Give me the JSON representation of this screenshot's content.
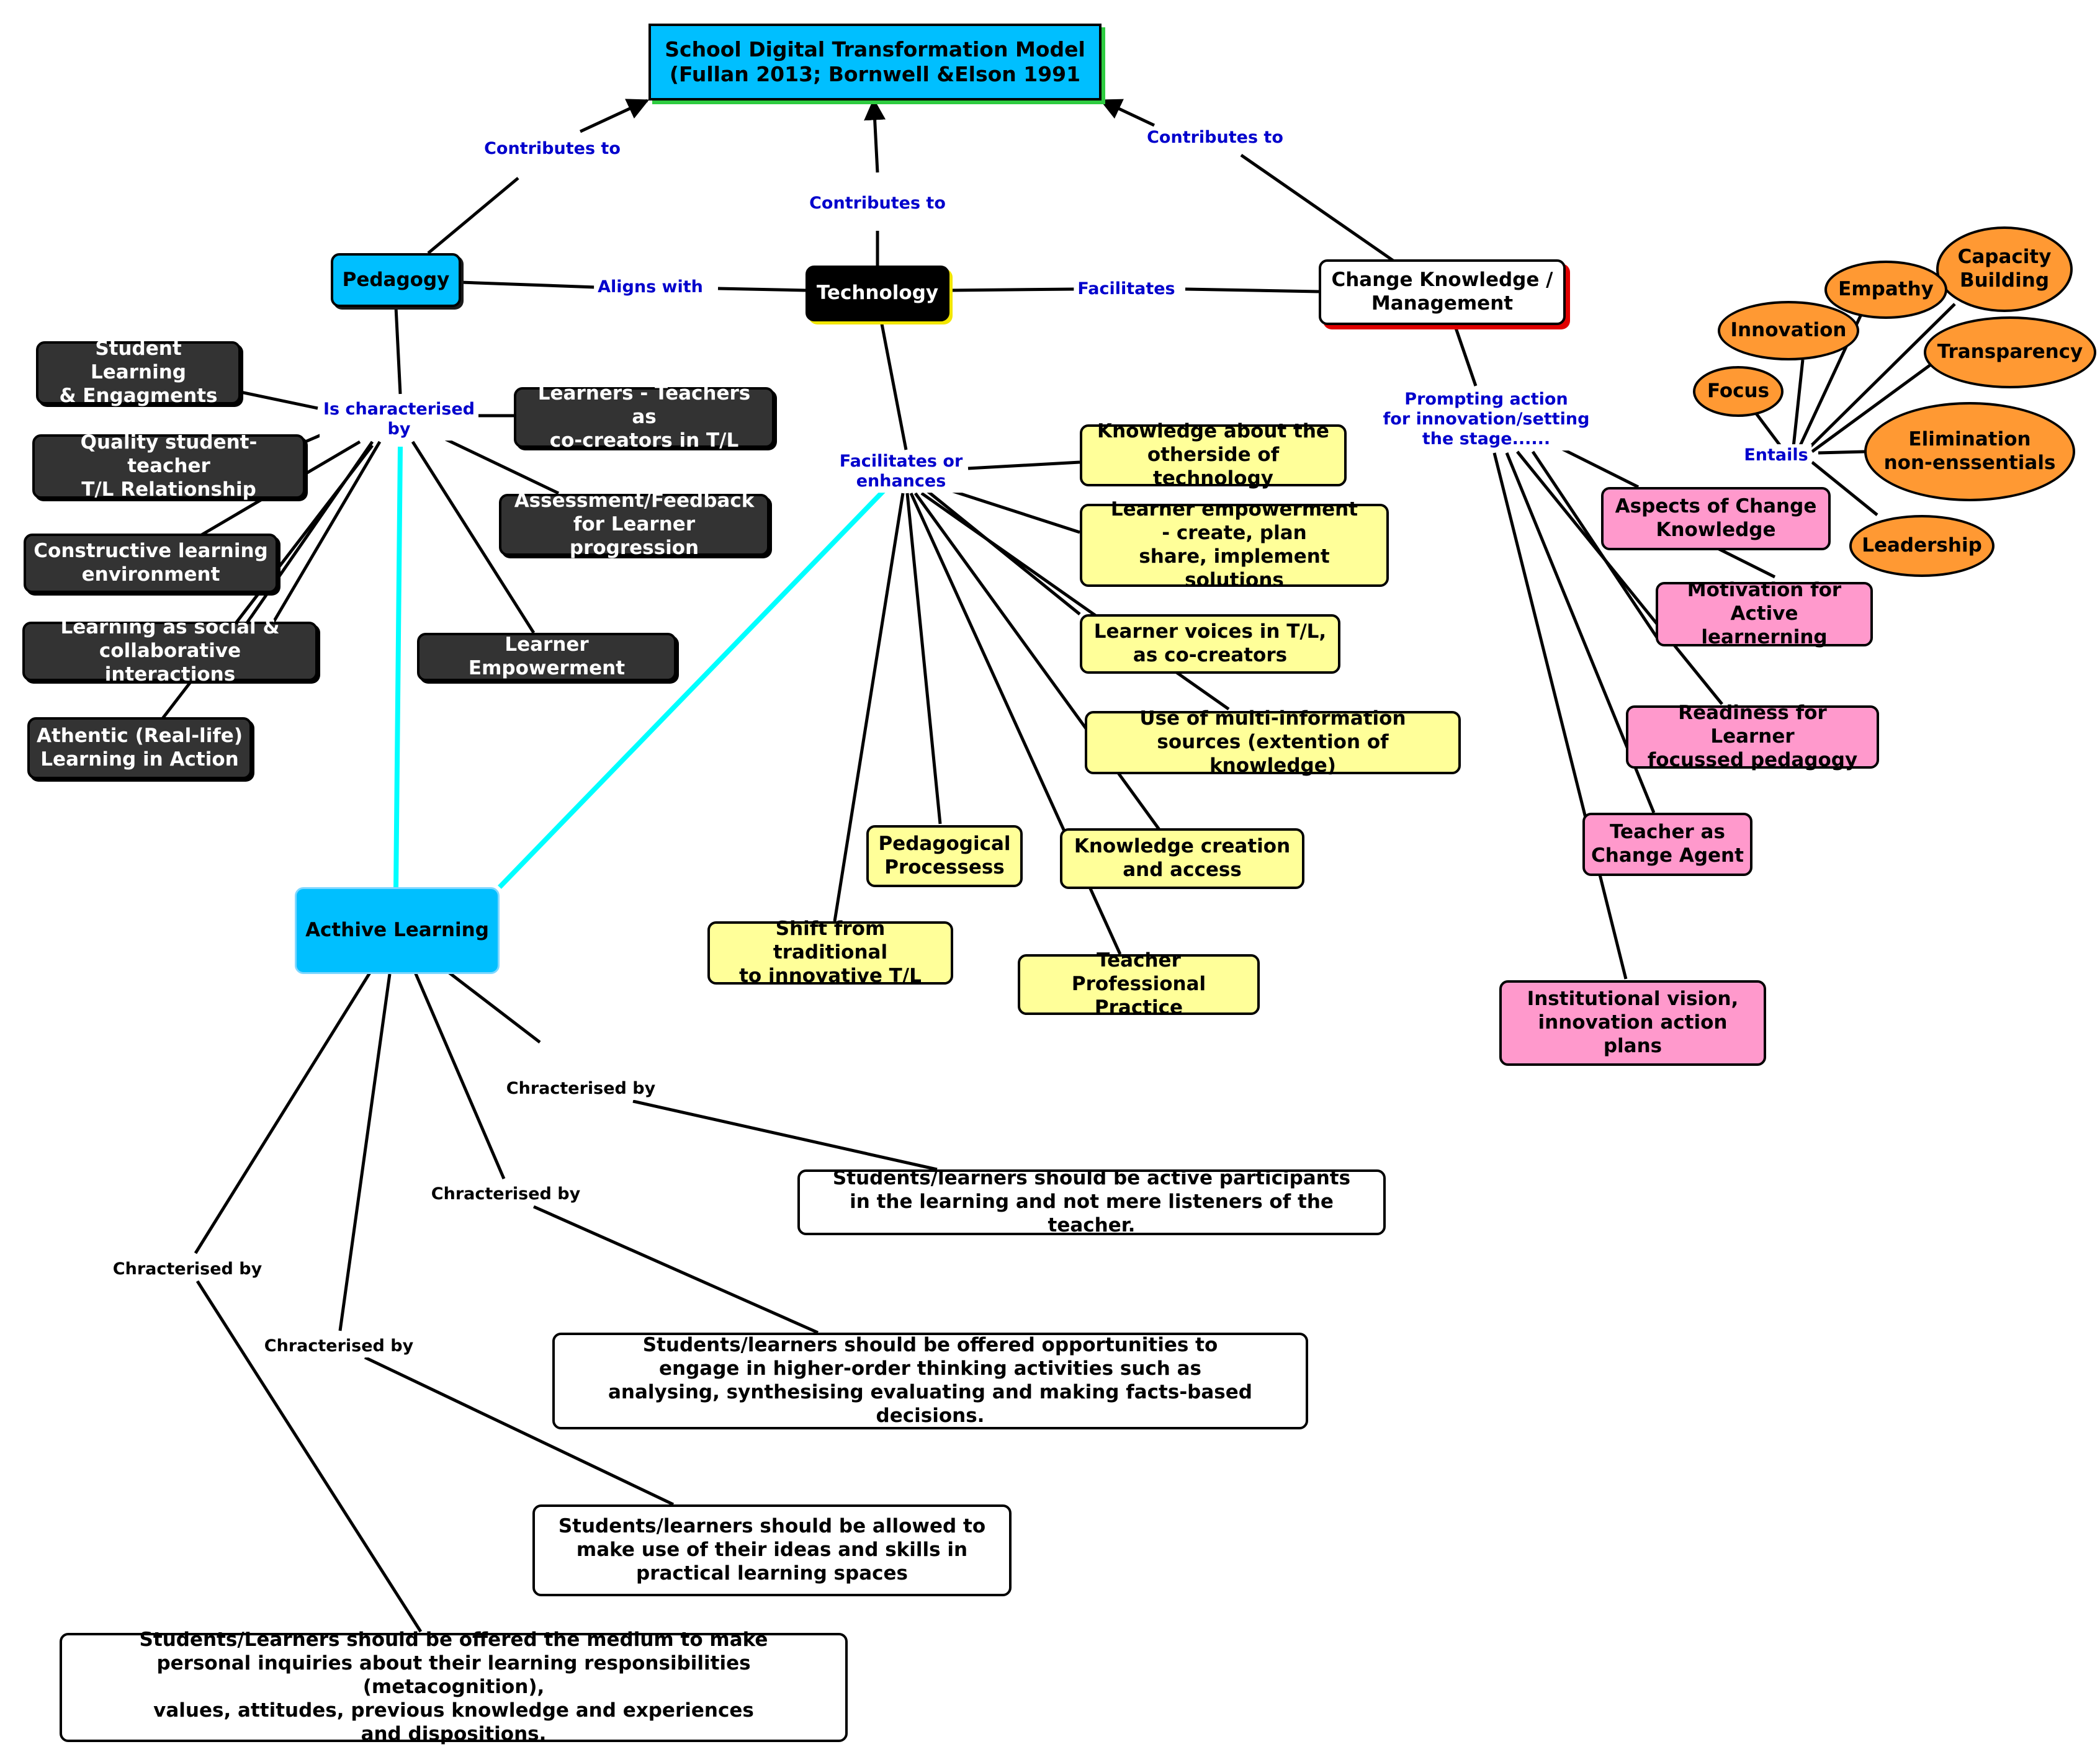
{
  "colors": {
    "title_fill": "#00bfff",
    "pedagogy_fill": "#00bfff",
    "technology_fill": "#000000",
    "dark_fill": "#333333",
    "yellow_fill": "#ffff99",
    "pink_fill": "#ff99cc",
    "orange_fill": "#ff9933",
    "label_blue": "#0000cc",
    "cyan_link": "#00ffff"
  },
  "nodes": {
    "title": "School Digital Transformation Model\n(Fullan 2013; Bornwell &Elson 1991",
    "pedagogy": "Pedagogy",
    "technology": "Technology",
    "change": "Change Knowledge /\nManagement",
    "active": "Acthive Learning",
    "ped_student_learning": "Student Learning\n& Engagments",
    "ped_quality": "Quality student-teacher\nT/L Relationship",
    "ped_constructive": "Constructive learning\nenvironment",
    "ped_social": "Learning as social &\ncollaborative interactions",
    "ped_authentic": "Athentic (Real-life)\nLearning in Action",
    "ped_cocreators": "Learners - Teachers as\nco-creators in T/L",
    "ped_assessment": "Assessment/Feedback\nfor Learner progression",
    "ped_empowerment": "Learner Empowerment",
    "tech_knowledge_other": "Knowledge about the\notherside of technology",
    "tech_empowerment": "Learner empowerment\n- create, plan\nshare, implement solutions",
    "tech_voices": "Learner voices in T/L,\nas co-creators",
    "tech_multi": "Use of multi-information\nsources (extention of knowledge)",
    "tech_creation": "Knowledge creation\nand access",
    "tech_pedagogical": "Pedagogical\nProcessess",
    "tech_shift": "Shift from traditional\nto innovative T/L",
    "tech_tpp": "Teacher Professional\nPractice",
    "chg_aspects": "Aspects of  Change\nKnowledge",
    "chg_motivation": "Motivation for\nActive learnerning",
    "chg_readiness": "Readiness for Learner\nfocussed  pedagogy",
    "chg_teacher": "Teacher as\nChange Agent",
    "chg_vision": "Institutional vision,\ninnovation action plans",
    "ov_capacity": "Capacity\nBuilding",
    "ov_empathy": "Empathy",
    "ov_innovation": "Innovation",
    "ov_transparency": "Transparency",
    "ov_focus": "Focus",
    "ov_elimination": "Elimination\nnon-enssentials",
    "ov_leadership": "Leadership",
    "al_participants": "Students/learners should be active participants\nin the learning and not mere listeners of the teacher.",
    "al_higher": "Students/learners should be offered opportunities to\nengage in higher-order thinking activities such as\nanalysing, synthesising evaluating and making facts-based decisions.",
    "al_ideas": "Students/learners should be allowed to\nmake use of their ideas and skills in\npractical learning spaces",
    "al_inquiries": "Students/Learners should be offered the medium to make\npersonal inquiries about their learning responsibilities (metacognition),\nvalues, attitudes, previous knowledge and experiences\nand dispositions."
  },
  "labels": {
    "contrib_ped": "Contributes to",
    "contrib_tech": "Contributes to",
    "contrib_chg": "Contributes to",
    "aligns": "Aligns with",
    "facilitates": "Facilitates",
    "characterised": "Is characterised\nby",
    "facil_enh": "Facilitates or\nenhances",
    "prompting": "Prompting action\nfor innovation/setting\nthe stage......",
    "entails": "Entails",
    "chr1": "Chracterised  by",
    "chr2": "Chracterised  by",
    "chr3": "Chracterised  by",
    "chr4": "Chracterised  by"
  }
}
